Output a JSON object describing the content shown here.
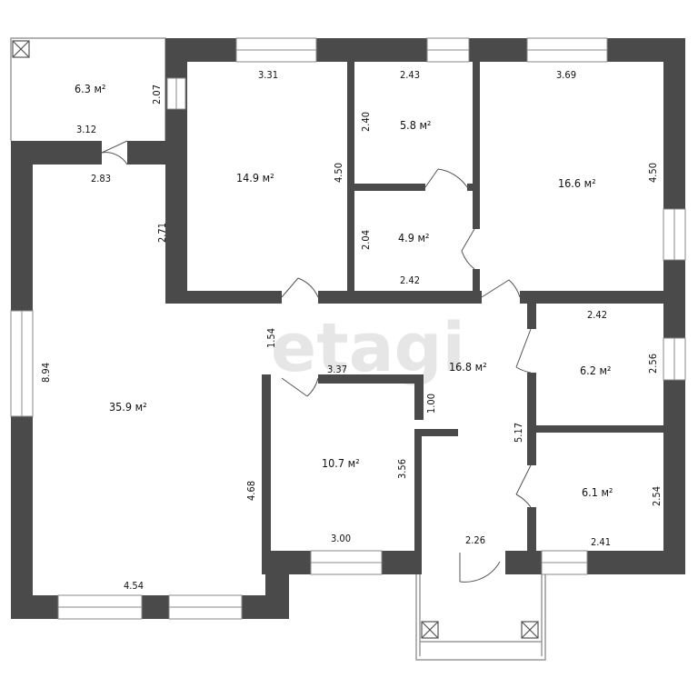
{
  "watermark": "etagi",
  "colors": {
    "wall": "#4a4a4a",
    "thin_line": "#9a9a9a",
    "window_frame": "#8a8a8a",
    "text": "#111111",
    "watermark": "#e6e6e6"
  },
  "rooms": {
    "balcony": {
      "area": "6.3 м²",
      "dim_width": "3.12",
      "dim_height": "2.07"
    },
    "living": {
      "area": "35.9 м²",
      "dim_height": "8.94",
      "dim_width_bottom": "4.54",
      "dim_top": "2.83",
      "dim_upper": "2.71",
      "dim_lower": "4.68"
    },
    "bedroom_1": {
      "area": "14.9 м²",
      "dim_width": "3.31",
      "dim_height": "4.50"
    },
    "room_5_8": {
      "area": "5.8 м²",
      "dim_width": "2.43",
      "dim_height": "2.40"
    },
    "room_4_9": {
      "area": "4.9 м²",
      "dim_width": "2.42",
      "dim_height": "2.04"
    },
    "bedroom_2": {
      "area": "16.6 м²",
      "dim_width": "3.69",
      "dim_height": "4.50"
    },
    "hall": {
      "area": "16.8 м²",
      "dim_upper": "1.54",
      "dim_stub": "1.00",
      "dim_height": "5.17",
      "dim_bottom": "2.26"
    },
    "room_10_7": {
      "area": "10.7 м²",
      "dim_top": "3.37",
      "dim_bottom": "3.00",
      "dim_height": "3.56"
    },
    "room_6_2": {
      "area": "6.2 м²",
      "dim_width": "2.42",
      "dim_height": "2.56"
    },
    "room_6_1": {
      "area": "6.1 м²",
      "dim_width": "2.41",
      "dim_height": "2.54"
    }
  }
}
